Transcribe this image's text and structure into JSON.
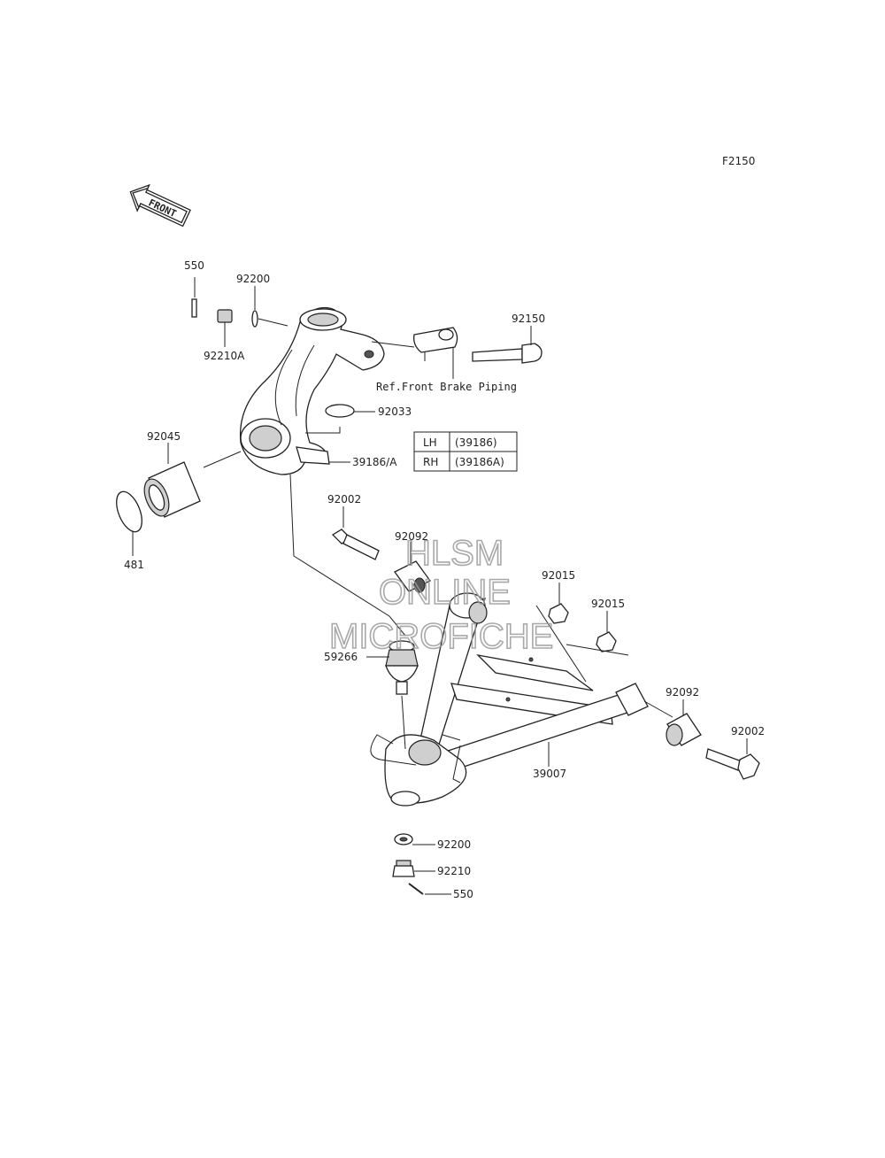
{
  "figure_code": "F2150",
  "front_arrow_text": "FRONT",
  "reference_note": "Ref.Front Brake Piping",
  "side_table": [
    {
      "side": "LH",
      "part": "(39186)"
    },
    {
      "side": "RH",
      "part": "(39186A)"
    }
  ],
  "watermark": {
    "line1": "HLSM",
    "line2": "ONLINE",
    "line3": "MICROFICHE"
  },
  "labels": {
    "p550_top": "550",
    "p92200_top": "92200",
    "p92210A": "92210A",
    "p92150": "92150",
    "p92033": "92033",
    "p92045": "92045",
    "p39186A": "39186/A",
    "p481": "481",
    "p92002_left": "92002",
    "p92092_top": "92092",
    "p92015_a": "92015",
    "p92015_b": "92015",
    "p59266": "59266",
    "p92092_right": "92092",
    "p92002_right": "92002",
    "p39007": "39007",
    "p92200_bottom": "92200",
    "p92210": "92210",
    "p550_bottom": "550"
  }
}
